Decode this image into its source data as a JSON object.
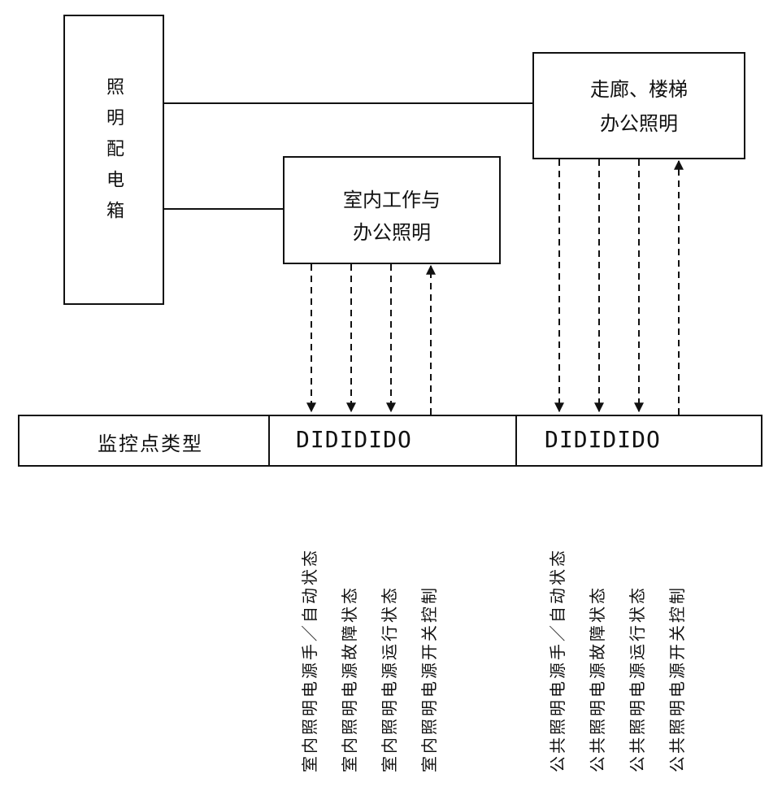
{
  "distribution_box": {
    "label": "照明配电箱"
  },
  "corridor_lighting": {
    "line1": "走廊、楼梯",
    "line2": "办公照明"
  },
  "indoor_lighting": {
    "line1": "室内工作与",
    "line2": "办公照明"
  },
  "monitor_table": {
    "header_label": "监控点类型",
    "indoor_codes": "DIDIDIDO",
    "public_codes": "DIDIDIDO"
  },
  "indoor_signals": [
    "室内照明电源手／自动状态",
    "室内照明电源故障状态",
    "室内照明电源运行状态",
    "室内照明电源开关控制"
  ],
  "public_signals": [
    "公共照明电源手／自动状态",
    "公共照明电源故障状态",
    "公共照明电源运行状态",
    "公共照明电源开关控制"
  ]
}
